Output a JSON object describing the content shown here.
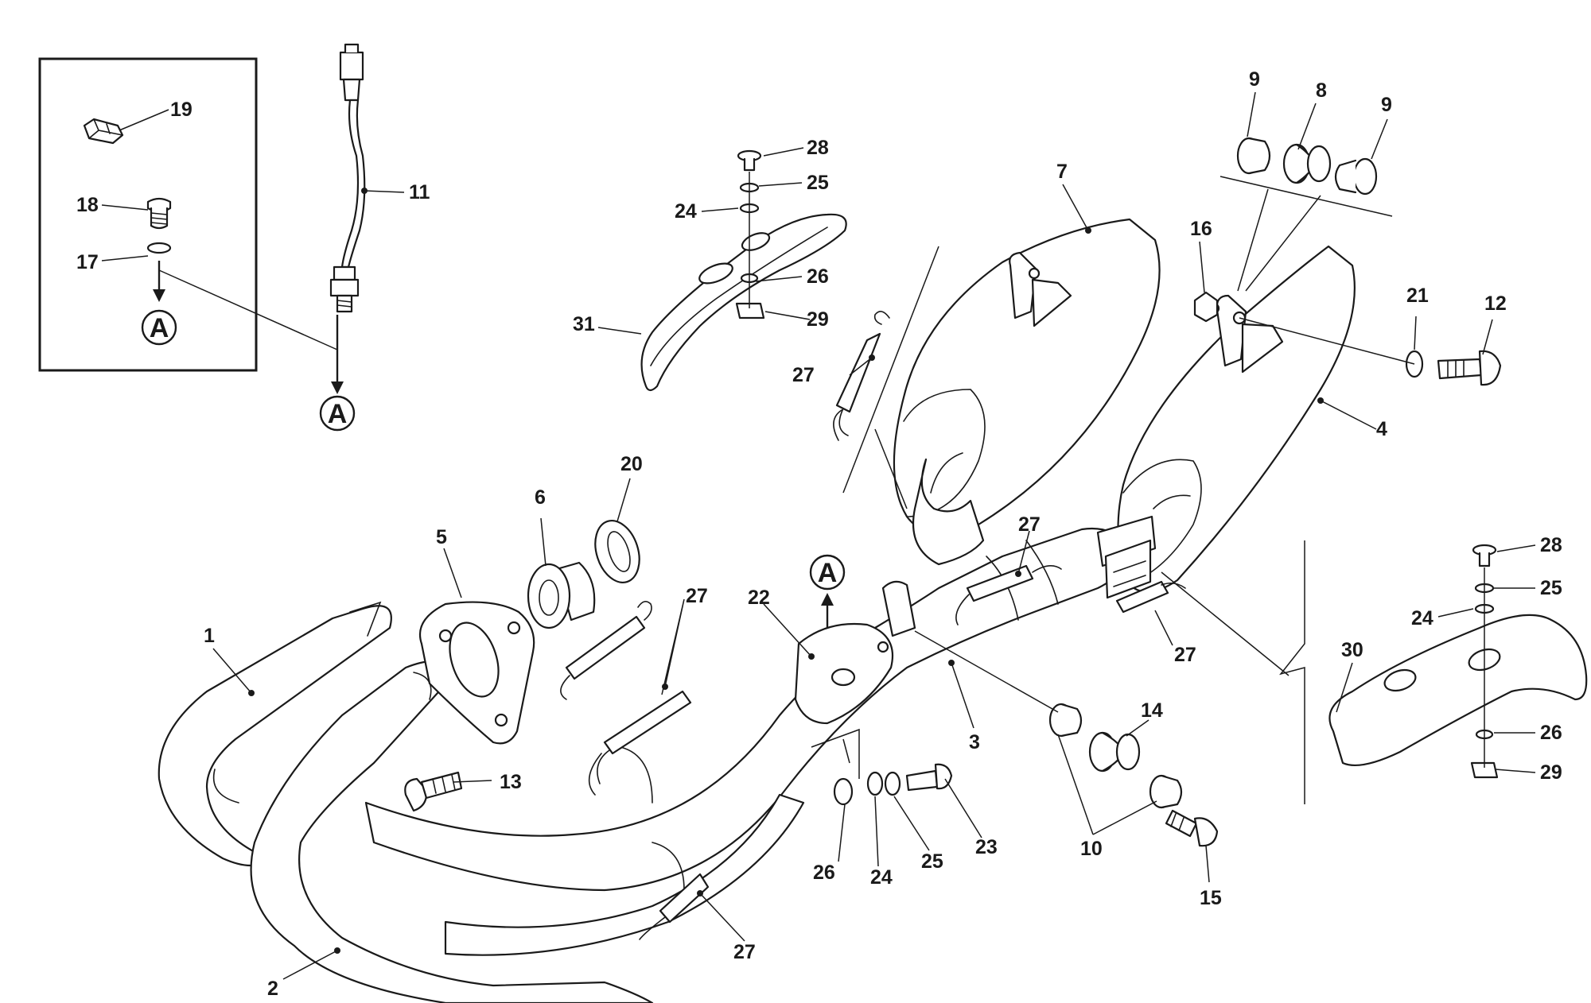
{
  "colors": {
    "line": "#1a1a1a",
    "background": "#ffffff"
  },
  "reference_marker": "A",
  "callouts": [
    {
      "id": "c1",
      "text": "1"
    },
    {
      "id": "c2",
      "text": "2"
    },
    {
      "id": "c3",
      "text": "3"
    },
    {
      "id": "c4",
      "text": "4"
    },
    {
      "id": "c5",
      "text": "5"
    },
    {
      "id": "c6",
      "text": "6"
    },
    {
      "id": "c7",
      "text": "7"
    },
    {
      "id": "c8",
      "text": "8"
    },
    {
      "id": "c9a",
      "text": "9"
    },
    {
      "id": "c9b",
      "text": "9"
    },
    {
      "id": "c10",
      "text": "10"
    },
    {
      "id": "c11",
      "text": "11"
    },
    {
      "id": "c12",
      "text": "12"
    },
    {
      "id": "c13",
      "text": "13"
    },
    {
      "id": "c14",
      "text": "14"
    },
    {
      "id": "c15",
      "text": "15"
    },
    {
      "id": "c16",
      "text": "16"
    },
    {
      "id": "c17",
      "text": "17"
    },
    {
      "id": "c18",
      "text": "18"
    },
    {
      "id": "c19",
      "text": "19"
    },
    {
      "id": "c20",
      "text": "20"
    },
    {
      "id": "c21",
      "text": "21"
    },
    {
      "id": "c22",
      "text": "22"
    },
    {
      "id": "c23",
      "text": "23"
    },
    {
      "id": "c24a",
      "text": "24"
    },
    {
      "id": "c24b",
      "text": "24"
    },
    {
      "id": "c24c",
      "text": "24"
    },
    {
      "id": "c25a",
      "text": "25"
    },
    {
      "id": "c25b",
      "text": "25"
    },
    {
      "id": "c25c",
      "text": "25"
    },
    {
      "id": "c26a",
      "text": "26"
    },
    {
      "id": "c26b",
      "text": "26"
    },
    {
      "id": "c26c",
      "text": "26"
    },
    {
      "id": "c27a",
      "text": "27"
    },
    {
      "id": "c27b",
      "text": "27"
    },
    {
      "id": "c27c",
      "text": "27"
    },
    {
      "id": "c27d",
      "text": "27"
    },
    {
      "id": "c27e",
      "text": "27"
    },
    {
      "id": "c28a",
      "text": "28"
    },
    {
      "id": "c28b",
      "text": "28"
    },
    {
      "id": "c29a",
      "text": "29"
    },
    {
      "id": "c29b",
      "text": "29"
    },
    {
      "id": "c30",
      "text": "30"
    },
    {
      "id": "c31",
      "text": "31"
    }
  ]
}
